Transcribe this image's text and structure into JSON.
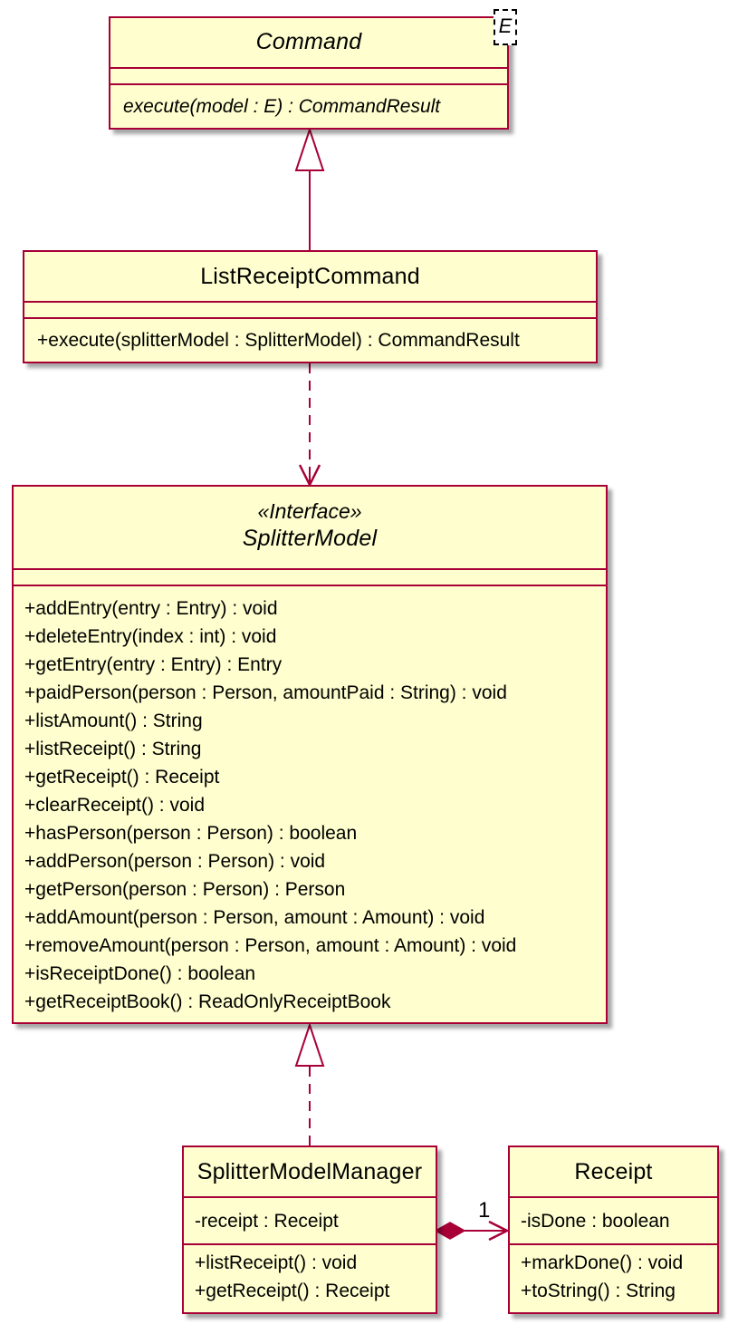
{
  "classes": {
    "command": {
      "name": "Command",
      "type_param": "E",
      "fields": [],
      "methods": [
        "execute(model : E) : CommandResult"
      ]
    },
    "list_receipt_command": {
      "name": "ListReceiptCommand",
      "fields": [],
      "methods": [
        "+execute(splitterModel : SplitterModel) : CommandResult"
      ]
    },
    "splitter_model": {
      "stereotype": "«Interface»",
      "name": "SplitterModel",
      "fields": [],
      "methods": [
        "+addEntry(entry : Entry) : void",
        "+deleteEntry(index : int) : void",
        "+getEntry(entry : Entry) : Entry",
        "+paidPerson(person : Person, amountPaid : String) : void",
        "+listAmount() : String",
        "+listReceipt() : String",
        "+getReceipt() : Receipt",
        "+clearReceipt() : void",
        "+hasPerson(person : Person) : boolean",
        "+addPerson(person : Person) : void",
        "+getPerson(person : Person) : Person",
        "+addAmount(person : Person, amount : Amount) : void",
        "+removeAmount(person : Person, amount : Amount) : void",
        "+isReceiptDone() : boolean",
        "+getReceiptBook() : ReadOnlyReceiptBook"
      ]
    },
    "splitter_model_manager": {
      "name": "SplitterModelManager",
      "fields": [
        "-receipt : Receipt"
      ],
      "methods": [
        "+listReceipt() : void",
        "+getReceipt() : Receipt"
      ]
    },
    "receipt": {
      "name": "Receipt",
      "fields": [
        "-isDone : boolean"
      ],
      "methods": [
        "+markDone() : void",
        "+toString() : String"
      ]
    }
  },
  "relations": {
    "composition_multiplicity": "1"
  },
  "colors": {
    "class_fill": "#FEFECE",
    "class_border": "#A80036",
    "arrow": "#A80036"
  }
}
